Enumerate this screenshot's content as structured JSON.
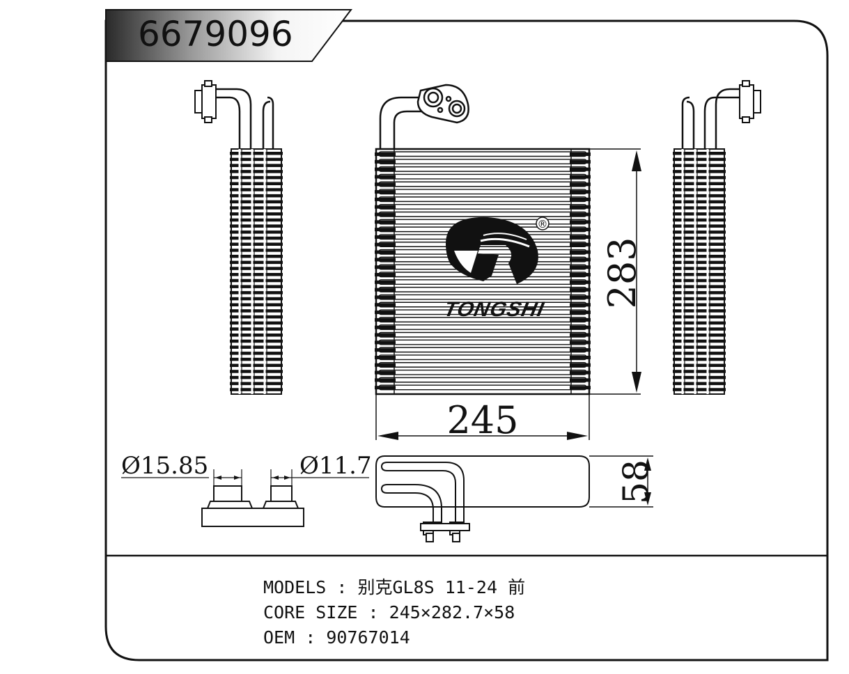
{
  "part_number": "6679096",
  "brand": {
    "name": "TONGSHI",
    "registered_mark": "®"
  },
  "dimensions": {
    "width": "245",
    "height": "283",
    "depth": "58",
    "pipe_large": "Ø15.85",
    "pipe_small": "Ø11.7"
  },
  "specs": {
    "models_label": "MODELS",
    "models_value": "别克GL8S 11-24 前",
    "core_size_label": "CORE SIZE",
    "core_size_value": "245×282.7×58",
    "oem_label": "OEM",
    "oem_value": "90767014",
    "separator": ":"
  },
  "colors": {
    "line": "#111111",
    "title_bg_dark": "#333333",
    "title_bg_light": "#f2f2f2"
  }
}
